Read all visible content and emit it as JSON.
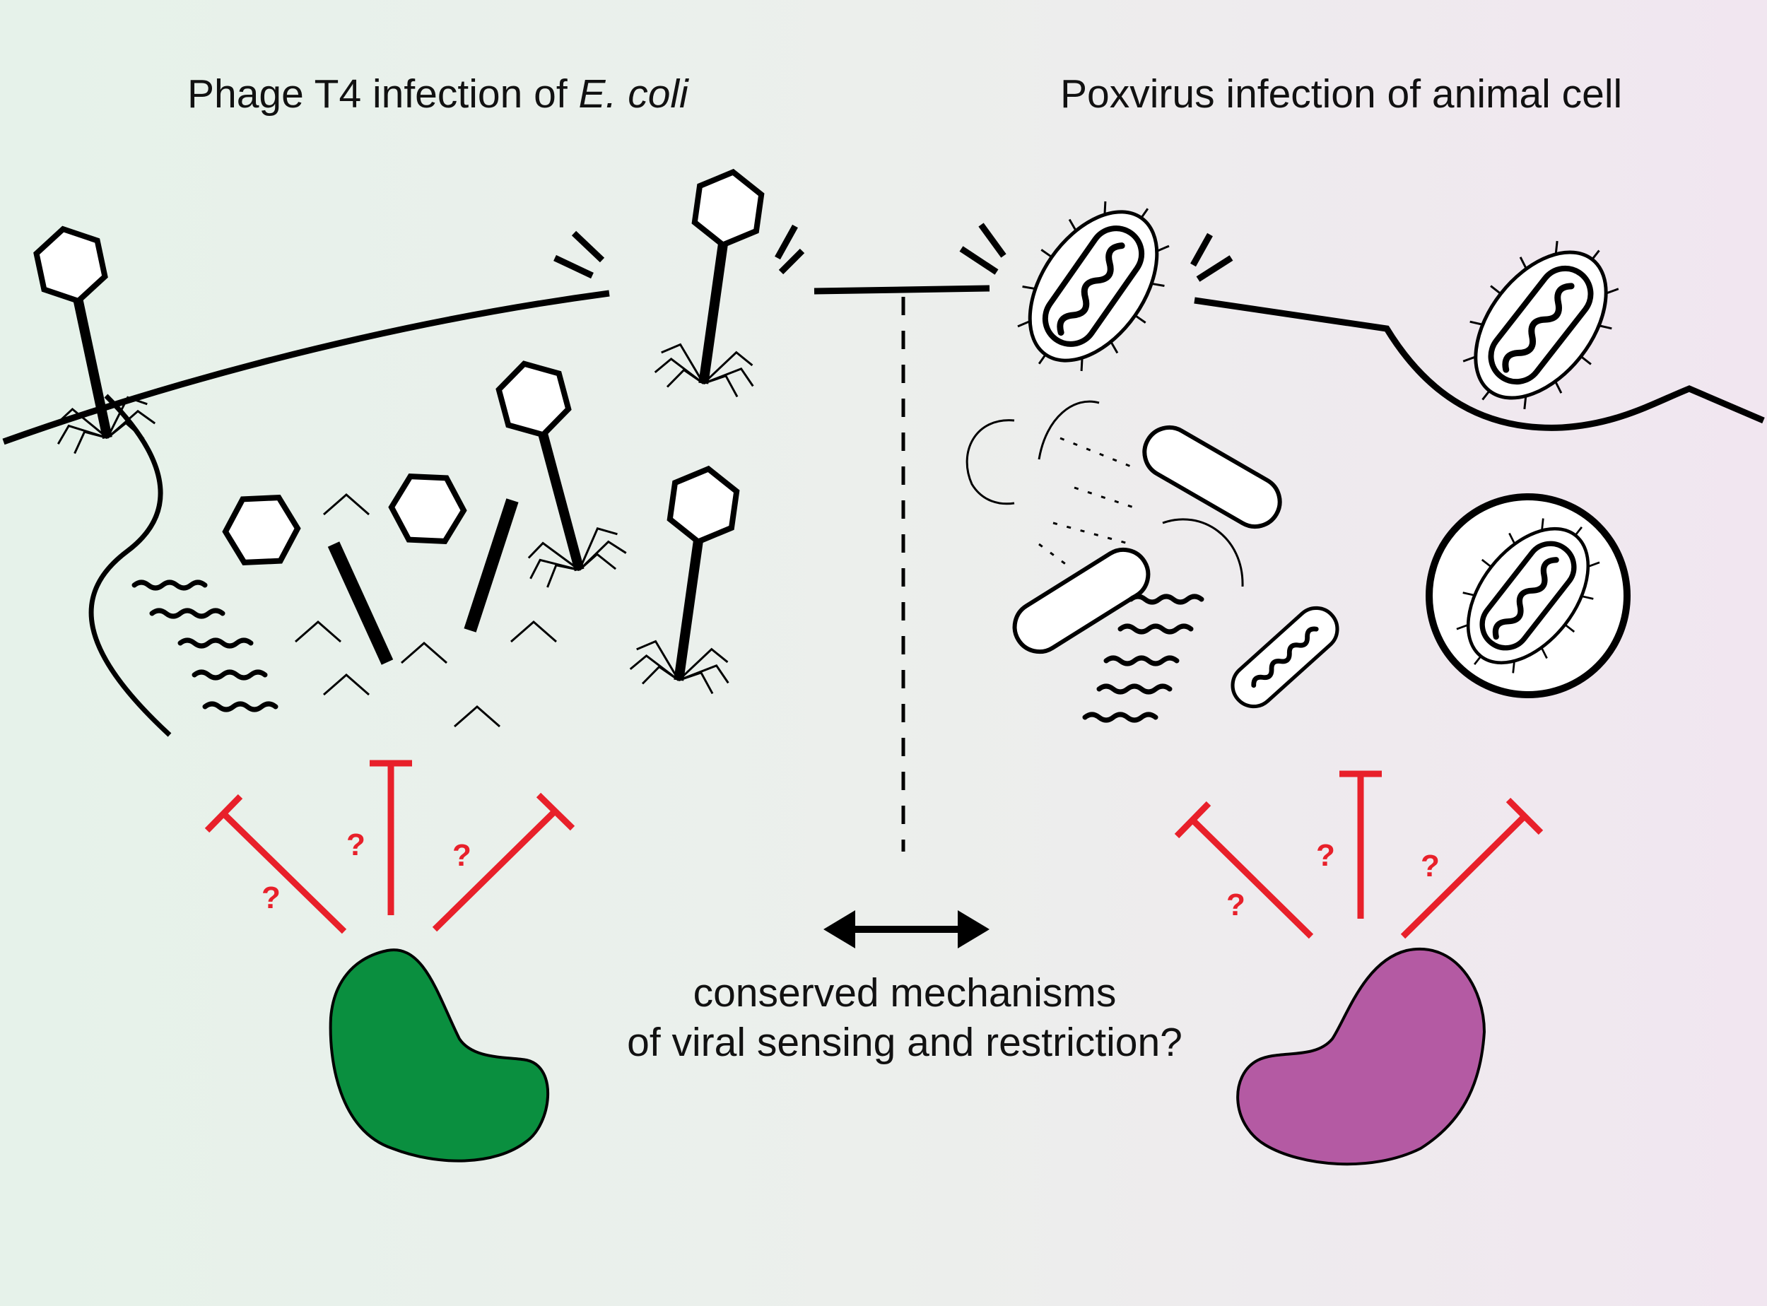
{
  "left_panel": {
    "title_prefix": "Phage T4 infection of ",
    "title_italic": "E. coli",
    "question_mark": "?",
    "sensor_color": "#0a8f3f"
  },
  "right_panel": {
    "title": "Poxvirus infection of animal cell",
    "question_mark": "?",
    "sensor_color": "#b45aa3"
  },
  "center": {
    "caption_line1": "conserved mechanisms",
    "caption_line2": "of viral sensing and restriction?"
  },
  "colors": {
    "inhibition": "#e8202a",
    "background_left": "#e6f2ea",
    "background_right": "#f1e6f0"
  }
}
